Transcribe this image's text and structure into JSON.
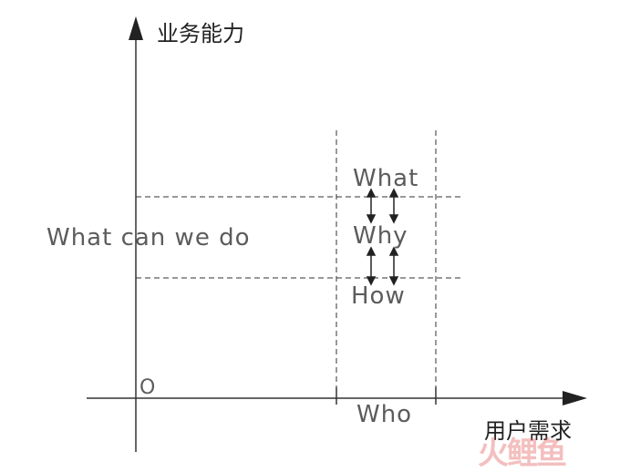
{
  "y_axis_label": "业务能力",
  "x_axis_label": "用户需求",
  "origin_label": "O",
  "row_label": "What can we do",
  "column_label": "Who",
  "stack": [
    "What",
    "Why",
    "How"
  ],
  "watermark": "火鲤鱼",
  "colors": {
    "line": "#333333",
    "text": "#5c5c5c",
    "axis_text": "#222222"
  }
}
